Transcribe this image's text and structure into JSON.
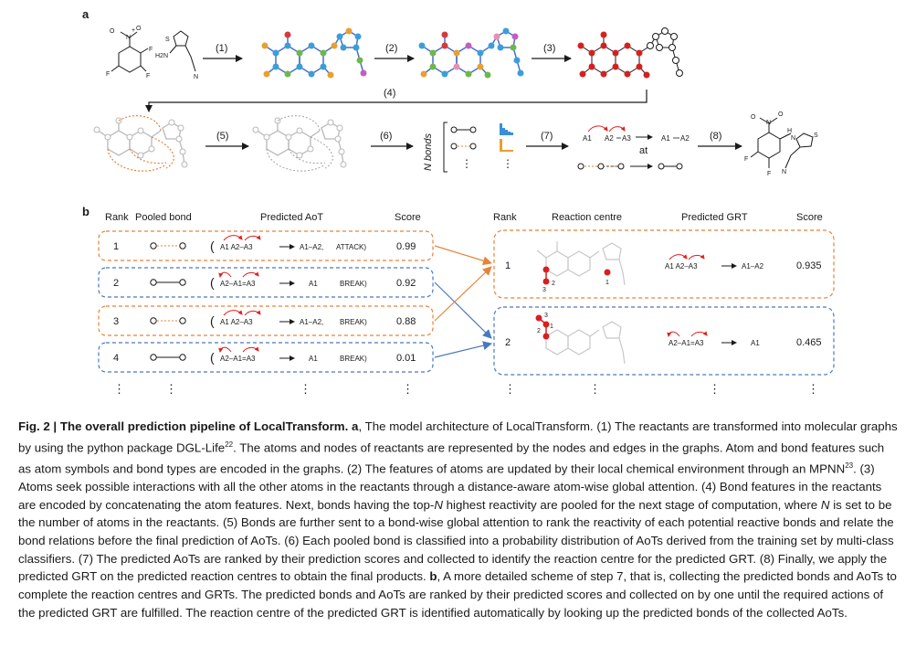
{
  "panel_a": {
    "label": "a",
    "steps": [
      "(1)",
      "(2)",
      "(3)",
      "(4)",
      "(5)",
      "(6)",
      "(7)",
      "(8)"
    ],
    "nbonds_label": "N bonds",
    "reactant_atoms": {
      "n_plus": "+",
      "n": "N",
      "o_minus": "O",
      "o": "O",
      "f1": "F",
      "f2": "F",
      "f3": "F",
      "s": "S",
      "h2n": "H2N",
      "n_nitrile": "N"
    },
    "product_atoms": {
      "o_minus": "O",
      "n_plus": "N",
      "o": "O",
      "h": "H",
      "n": "N",
      "s": "S",
      "f": "F",
      "f2": "F",
      "n_nitrile": "N"
    },
    "aot_top": {
      "a1": "A1",
      "a2": "A2",
      "a3": "A3",
      "res_a1": "A1",
      "res_a2": "A2"
    },
    "at_label": "at"
  },
  "panel_b": {
    "label": "b",
    "left_headers": [
      "Rank",
      "Pooled bond",
      "Predicted AoT",
      "Score"
    ],
    "left_rows": [
      {
        "rank": "1",
        "aot_left": "A1  A2–A3",
        "aot_right": "A1–A2,",
        "action": "ATTACK)",
        "score": "0.99"
      },
      {
        "rank": "2",
        "aot_left": "A2–A1=A3",
        "aot_right": "A1",
        "action": "BREAK)",
        "score": "0.92"
      },
      {
        "rank": "3",
        "aot_left": "A1  A2–A3",
        "aot_right": "A1–A2,",
        "action": "BREAK)",
        "score": "0.88"
      },
      {
        "rank": "4",
        "aot_left": "A2–A1=A3",
        "aot_right": "A1",
        "action": "BREAK)",
        "score": "0.01"
      }
    ],
    "right_headers": [
      "Rank",
      "Reaction centre",
      "Predicted GRT",
      "Score"
    ],
    "right_rows": [
      {
        "rank": "1",
        "grt_left": "A1  A2–A3",
        "grt_right": "A1–A2",
        "score": "0.935"
      },
      {
        "rank": "2",
        "grt_left": "A2–A1=A3",
        "grt_right": "A1",
        "score": "0.465"
      }
    ],
    "centre_labels": {
      "r1_a": "3",
      "r1_b": "2",
      "r1_c": "1",
      "r2_a": "3",
      "r2_b": "2",
      "r2_c": "1"
    },
    "ellipsis": "⋮"
  },
  "caption": {
    "title": "Fig. 2 | The overall prediction pipeline of LocalTransform.",
    "bold_a": "a",
    "part1": ", The model architecture of LocalTransform. (1) The reactants are transformed into molecular graphs by using the python package DGL-Life",
    "ref1": "22",
    "part2": ". The atoms and nodes of reactants are represented by the nodes and edges in the graphs. Atom and bond features such as atom symbols and bond types are encoded in the graphs. (2) The features of atoms are updated by their local chemical environment through an MPNN",
    "ref2": "23",
    "part3": ". (3) Atoms seek possible interactions with all the other atoms in the reactants through a distance-aware atom-wise global attention. (4) Bond features in the reactants are encoded by concatenating the atom features. Next, bonds having the top-",
    "italic_n1": "N",
    "part4": " highest reactivity are pooled for the next stage of computation, where ",
    "italic_n2": "N",
    "part5": " is set to be the number of atoms in the reactants. (5) Bonds are further sent to a bond-wise global attention to rank the reactivity of each potential reactive bonds and relate the bond relations before the final prediction of AoTs. (6) Each pooled bond is classified into a probability distribution of AoTs derived from the training set by multi-class classifiers. (7) The predicted AoTs are ranked by their prediction scores and collected to identify the reaction centre for the predicted GRT. (8) Finally, we apply the predicted GRT on the predicted reaction centres to obtain the final products. ",
    "bold_b": "b",
    "part6": ", A more detailed scheme of step 7, that is, collecting the predicted bonds and AoTs to complete the reaction centres and GRTs. The predicted bonds and AoTs are ranked by their predicted scores and collected on by one until the required actions of the predicted GRT are fulfilled. The reaction centre of the predicted GRT is identified automatically by looking up the predicted bonds of the collected AoTs."
  }
}
